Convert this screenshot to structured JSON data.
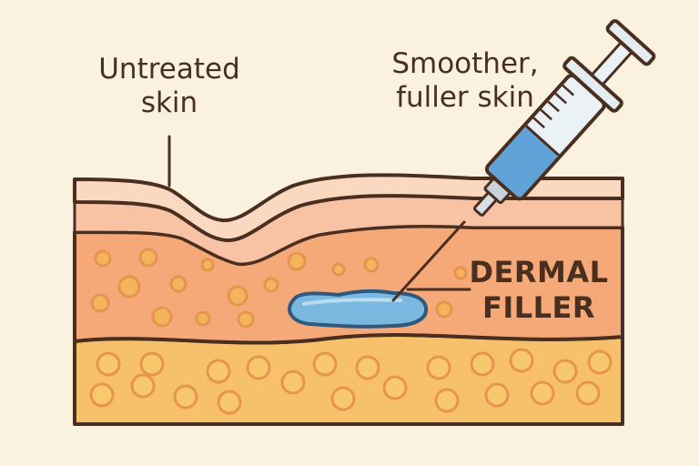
{
  "labels": {
    "untreated": "Untreated\nskin",
    "smoother": "Smoother,\nfuller skin",
    "filler": "DERMAL\nFILLER"
  },
  "icons": {
    "syringe": "syringe-icon",
    "filler_deposit": "filler-blob-icon"
  },
  "colors": {
    "background": "#fbf1df",
    "outline": "#4a2e1f",
    "epidermis_top": "#fbd9c0",
    "epidermis_mid": "#f8c3a4",
    "dermis": "#f5a878",
    "dermis_cell": "#f2b55c",
    "subcutis": "#f6c16a",
    "fat_cell": "#f7c96c",
    "filler": "#7ab8e0",
    "syringe_barrel": "#eaf2f6",
    "syringe_liquid": "#5fa3d9"
  }
}
